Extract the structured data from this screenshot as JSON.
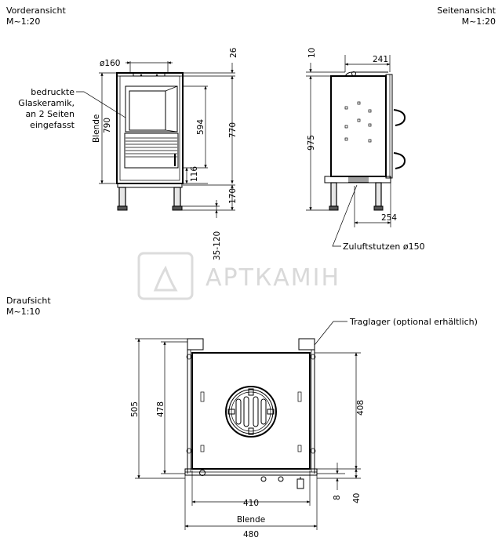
{
  "views": {
    "front": {
      "title": "Vorderansicht",
      "scale": "M~1:20"
    },
    "side": {
      "title": "Seitenansicht",
      "scale": "M~1:20"
    },
    "top": {
      "title": "Draufsicht",
      "scale": "M~1:10"
    }
  },
  "labels": {
    "glass": [
      "bedruckte",
      "Glaskeramik,",
      "an 2 Seiten",
      "eingefasst"
    ],
    "blende": "Blende",
    "zuluft": "Zuluftstutzen ø150",
    "traglager": "Traglager (optional erhältlich)",
    "watermark": "АРТКАМІН"
  },
  "dimensions": {
    "front": {
      "pipe": "ø160",
      "top_gap": "26",
      "blende": "790",
      "glass": "594",
      "height": "770",
      "lower": "116",
      "legs": "170",
      "feet": "35-120"
    },
    "side": {
      "top": "241",
      "top_gap": "10",
      "height": "975",
      "base": "254"
    },
    "top": {
      "depth_outer": "505",
      "depth_inner": "478",
      "right_depth": "408",
      "small": "8",
      "offset": "40",
      "width_inner": "410",
      "width_outer": "480",
      "blende": "Blende"
    }
  }
}
